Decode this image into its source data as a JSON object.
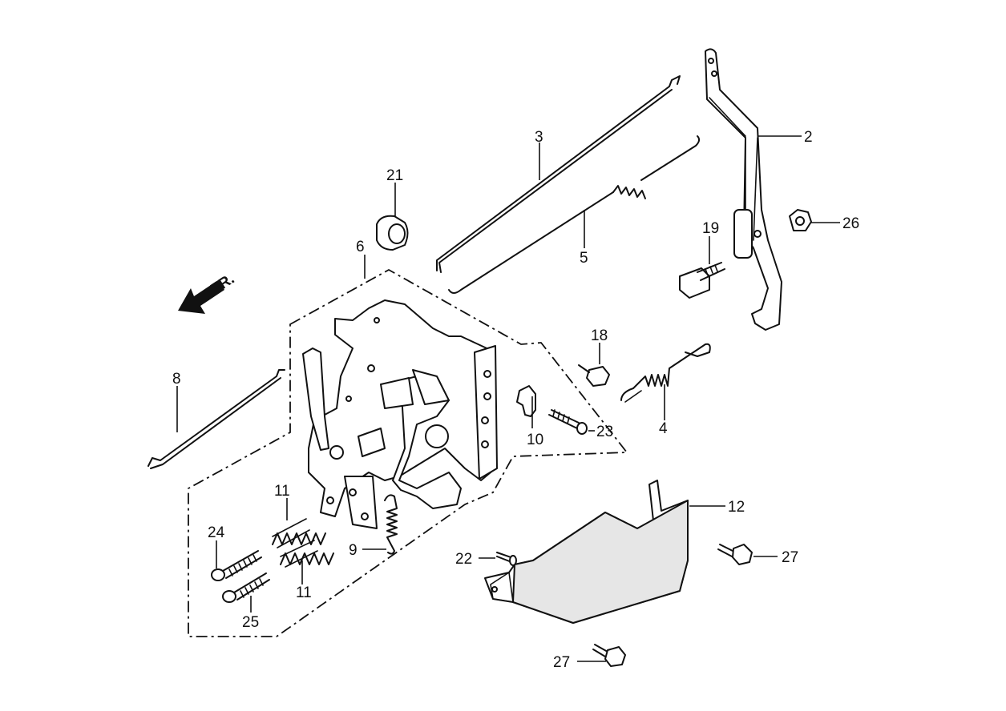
{
  "callouts": {
    "c2": "2",
    "c3": "3",
    "c4": "4",
    "c5": "5",
    "c6": "6",
    "c8": "8",
    "c9": "9",
    "c10": "10",
    "c11a": "11",
    "c11b": "11",
    "c12": "12",
    "c18": "18",
    "c19": "19",
    "c21": "21",
    "c22": "22",
    "c23": "23",
    "c24": "24",
    "c25": "25",
    "c26": "26",
    "c27a": "27",
    "c27b": "27"
  },
  "direction_marker": "FR."
}
